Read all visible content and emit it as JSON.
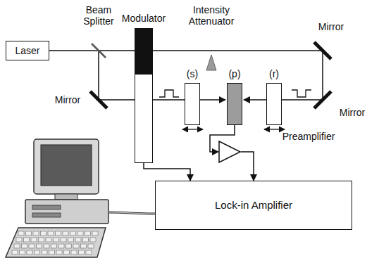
{
  "diagram": {
    "nodes": [
      {
        "text": [
          "Laser"
        ]
      },
      {
        "text": [
          "Modulator"
        ]
      },
      {
        "text": [
          "(s)"
        ]
      },
      {
        "text": [
          "(p)"
        ]
      },
      {
        "text": [
          "(r)"
        ]
      },
      {
        "text": [
          "Preamplifier"
        ]
      },
      {
        "text": [
          "Lock-in Amplifier"
        ]
      }
    ],
    "edges": [
      {
        "from": 1,
        "to": 6,
        "arrow": "to"
      },
      {
        "from": 3,
        "to": 5,
        "arrow": "to"
      },
      {
        "from": 5,
        "to": 6,
        "arrow": "to"
      }
    ],
    "labels": [
      "Beam Splitter",
      "Intensity Attenuator",
      "Mirror",
      "Mirror",
      "Mirror"
    ]
  }
}
